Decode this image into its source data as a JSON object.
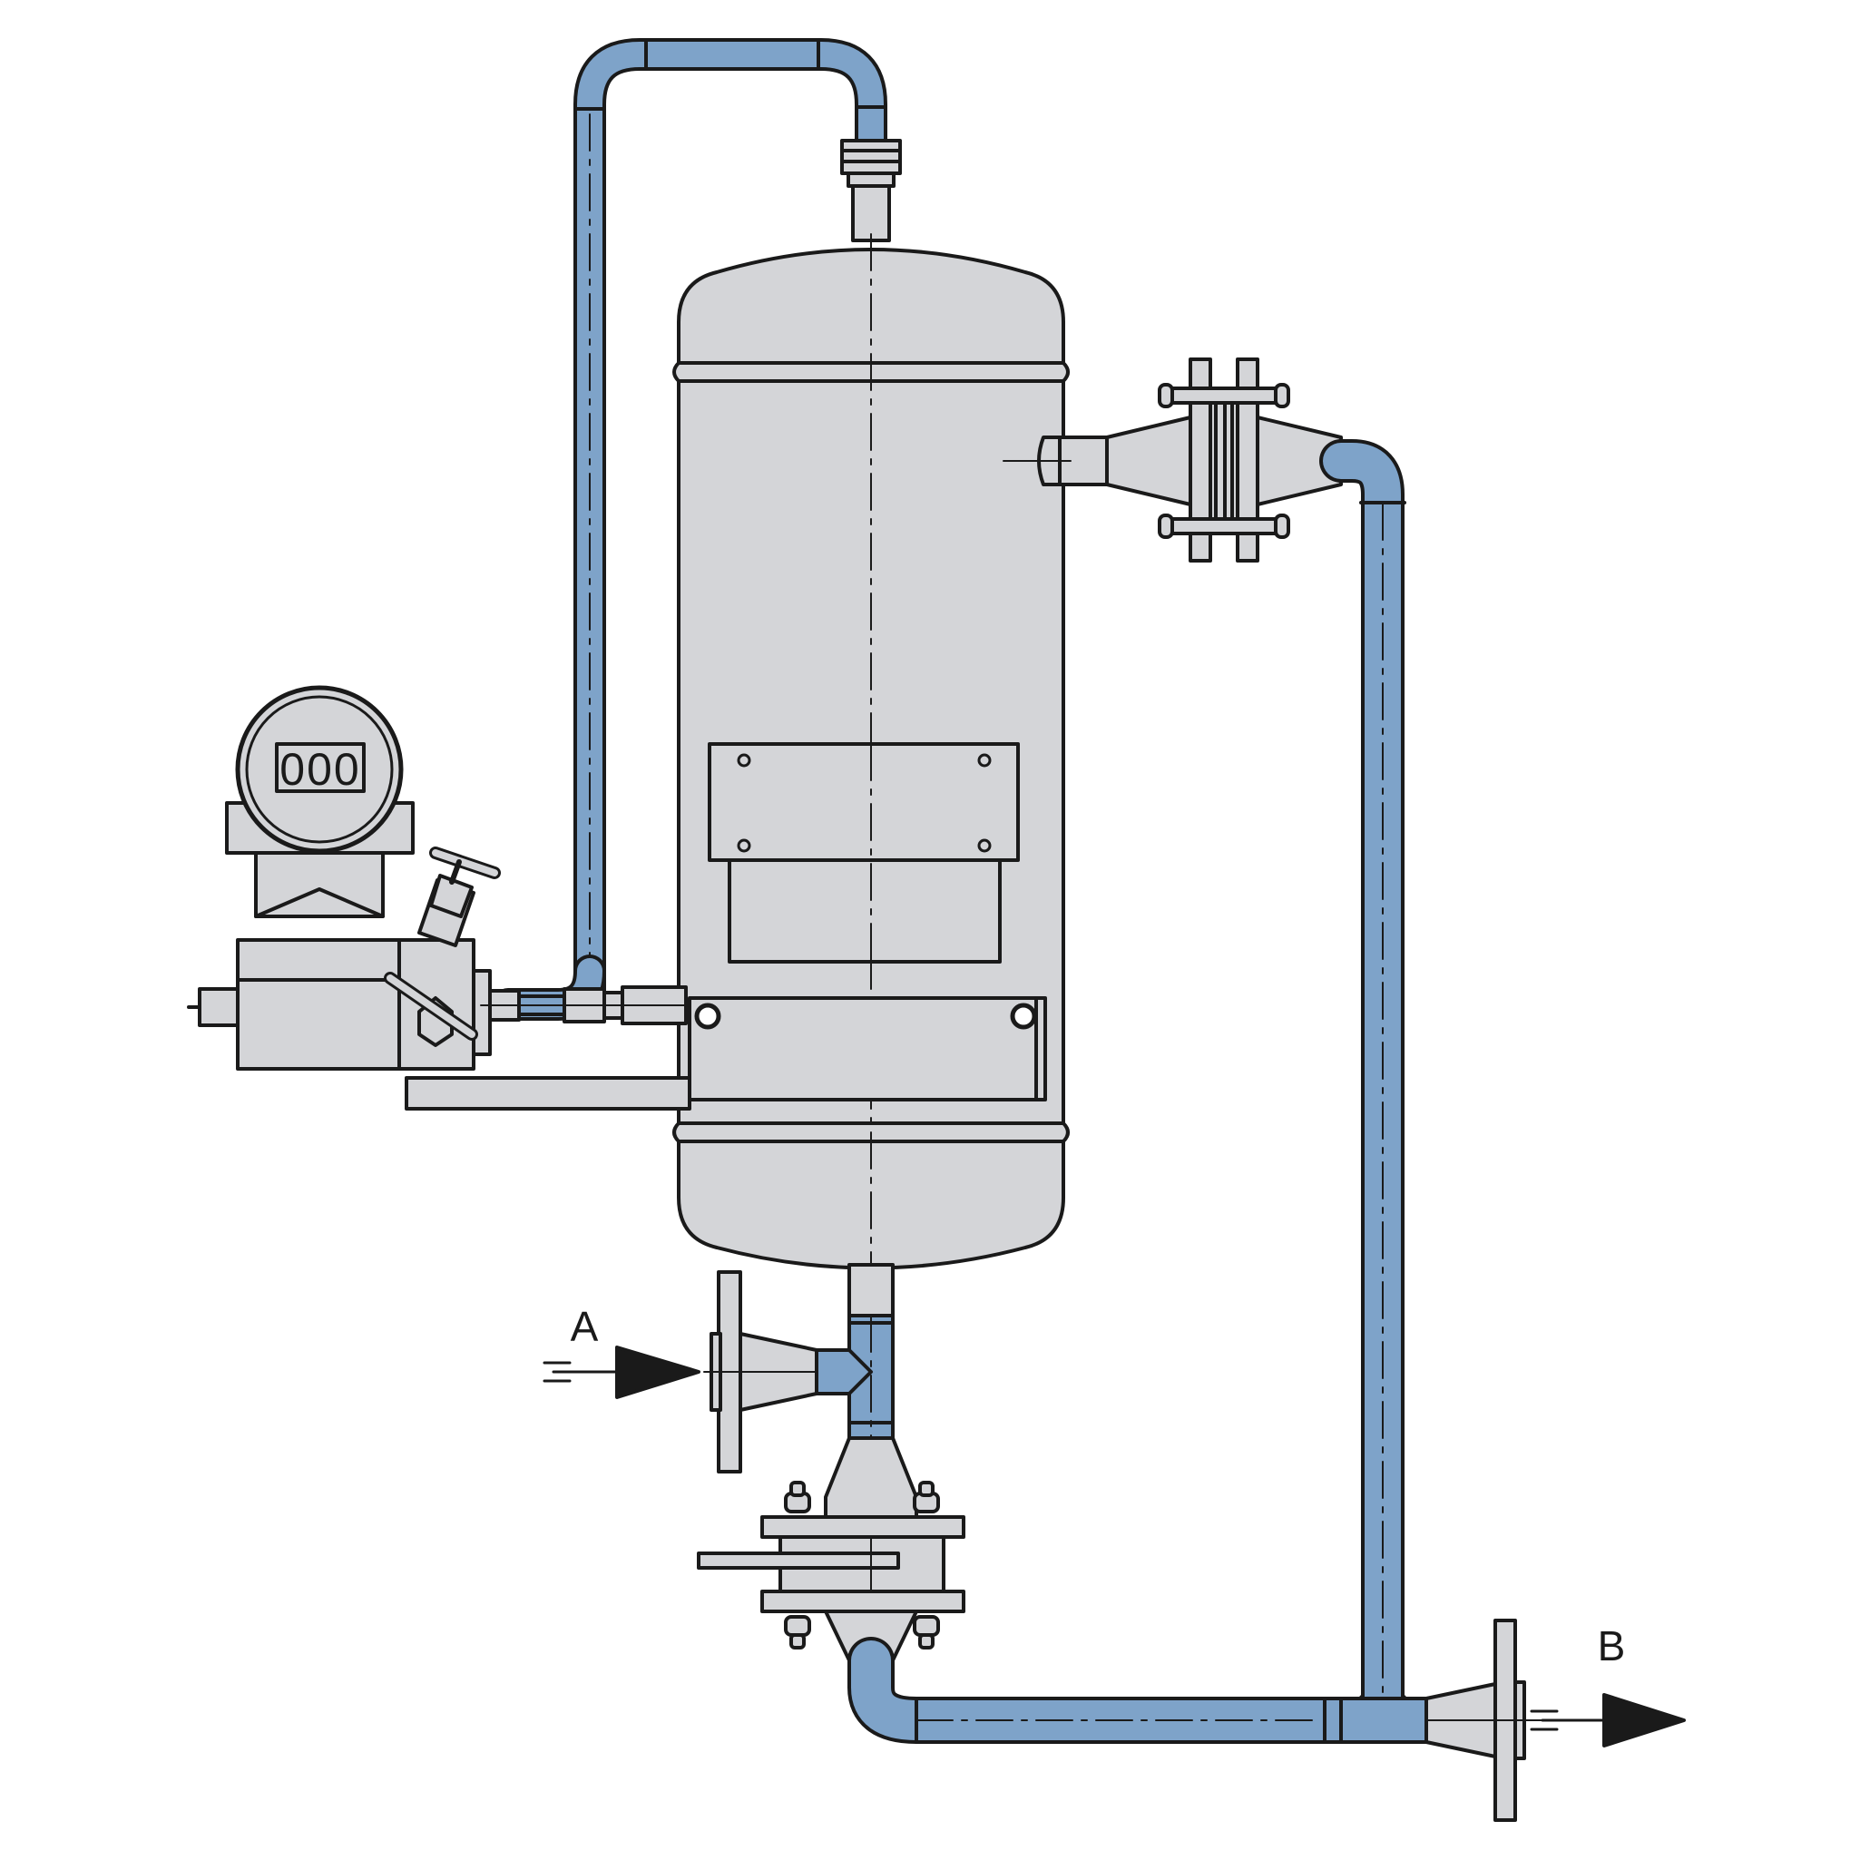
{
  "diagram": {
    "labels": {
      "inlet": "A",
      "outlet": "B",
      "display": "000"
    },
    "colors": {
      "pipe": "#7ea3c9",
      "body": "#d4d5d8",
      "outline": "#1a1a1a",
      "background": "#ffffff"
    },
    "icons": {
      "inlet_arrow": "arrow-right-icon",
      "outlet_arrow": "arrow-right-icon",
      "valve_handwheel": "handwheel-icon"
    }
  }
}
